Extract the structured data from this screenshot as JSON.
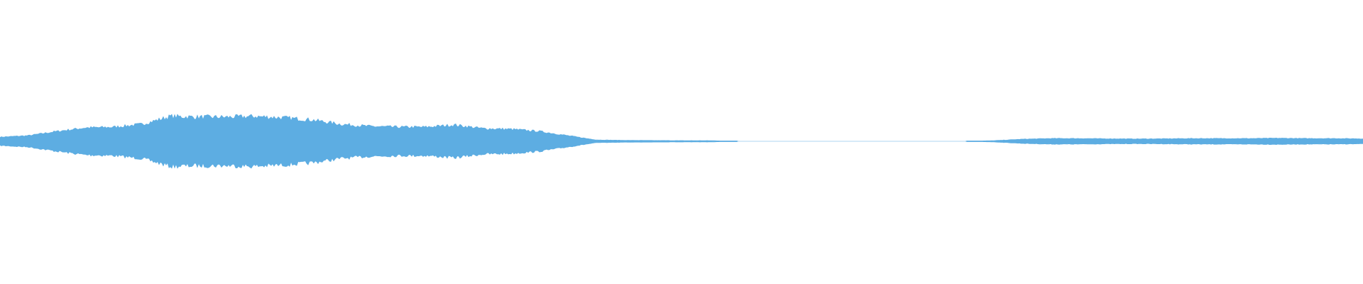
{
  "waveform": {
    "color": "#5DADE2",
    "background": "#FFFFFF",
    "amplitude_envelope": [
      0.03,
      0.04,
      0.07,
      0.095,
      0.1,
      0.12,
      0.175,
      0.17,
      0.17,
      0.175,
      0.165,
      0.15,
      0.12,
      0.105,
      0.1,
      0.1,
      0.115,
      0.09,
      0.085,
      0.07,
      0.04,
      0.01,
      0.007,
      0.006,
      0.005,
      0.005,
      0,
      0,
      0,
      0,
      0,
      0,
      0,
      0,
      0,
      0.005,
      0.015,
      0.02,
      0.02,
      0.018,
      0.017,
      0.018,
      0.02,
      0.02,
      0.02,
      0.022,
      0.02,
      0.02,
      0.018
    ]
  }
}
